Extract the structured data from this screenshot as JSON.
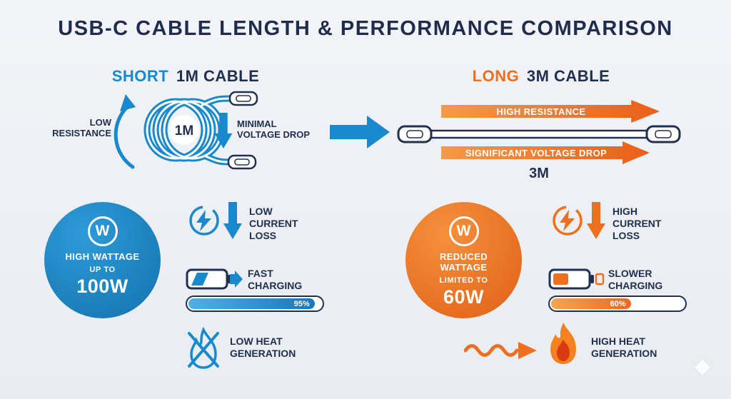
{
  "title": "USB-C CABLE LENGTH & PERFORMANCE COMPARISON",
  "colors": {
    "navy": "#21304f",
    "blue": "#1789cc",
    "orange": "#ee6f1e",
    "background": "#eef1f5"
  },
  "short_cable": {
    "heading_accent": "SHORT",
    "heading_rest": "1M CABLE",
    "length_label": "1M",
    "resistance_label": "LOW RESISTANCE",
    "voltage_label": "MINIMAL VOLTAGE DROP",
    "wattage_symbol": "W",
    "wattage_title": "HIGH WATTAGE",
    "wattage_qualifier": "UP TO",
    "wattage_value": "100W",
    "current_label": "LOW CURRENT LOSS",
    "charging_label": "FAST CHARGING",
    "charging_percent": "95%",
    "heat_label": "LOW HEAT GENERATION"
  },
  "long_cable": {
    "heading_accent": "LONG",
    "heading_rest": "3M CABLE",
    "length_label": "3M",
    "resistance_label": "HIGH RESISTANCE",
    "voltage_label": "SIGNIFICANT VOLTAGE DROP",
    "wattage_symbol": "W",
    "wattage_title": "REDUCED WATTAGE",
    "wattage_qualifier": "LIMITED TO",
    "wattage_value": "60W",
    "current_label": "HIGH CURRENT LOSS",
    "charging_label": "SLOWER CHARGING",
    "charging_percent": "60%",
    "heat_label": "HIGH HEAT GENERATION"
  }
}
